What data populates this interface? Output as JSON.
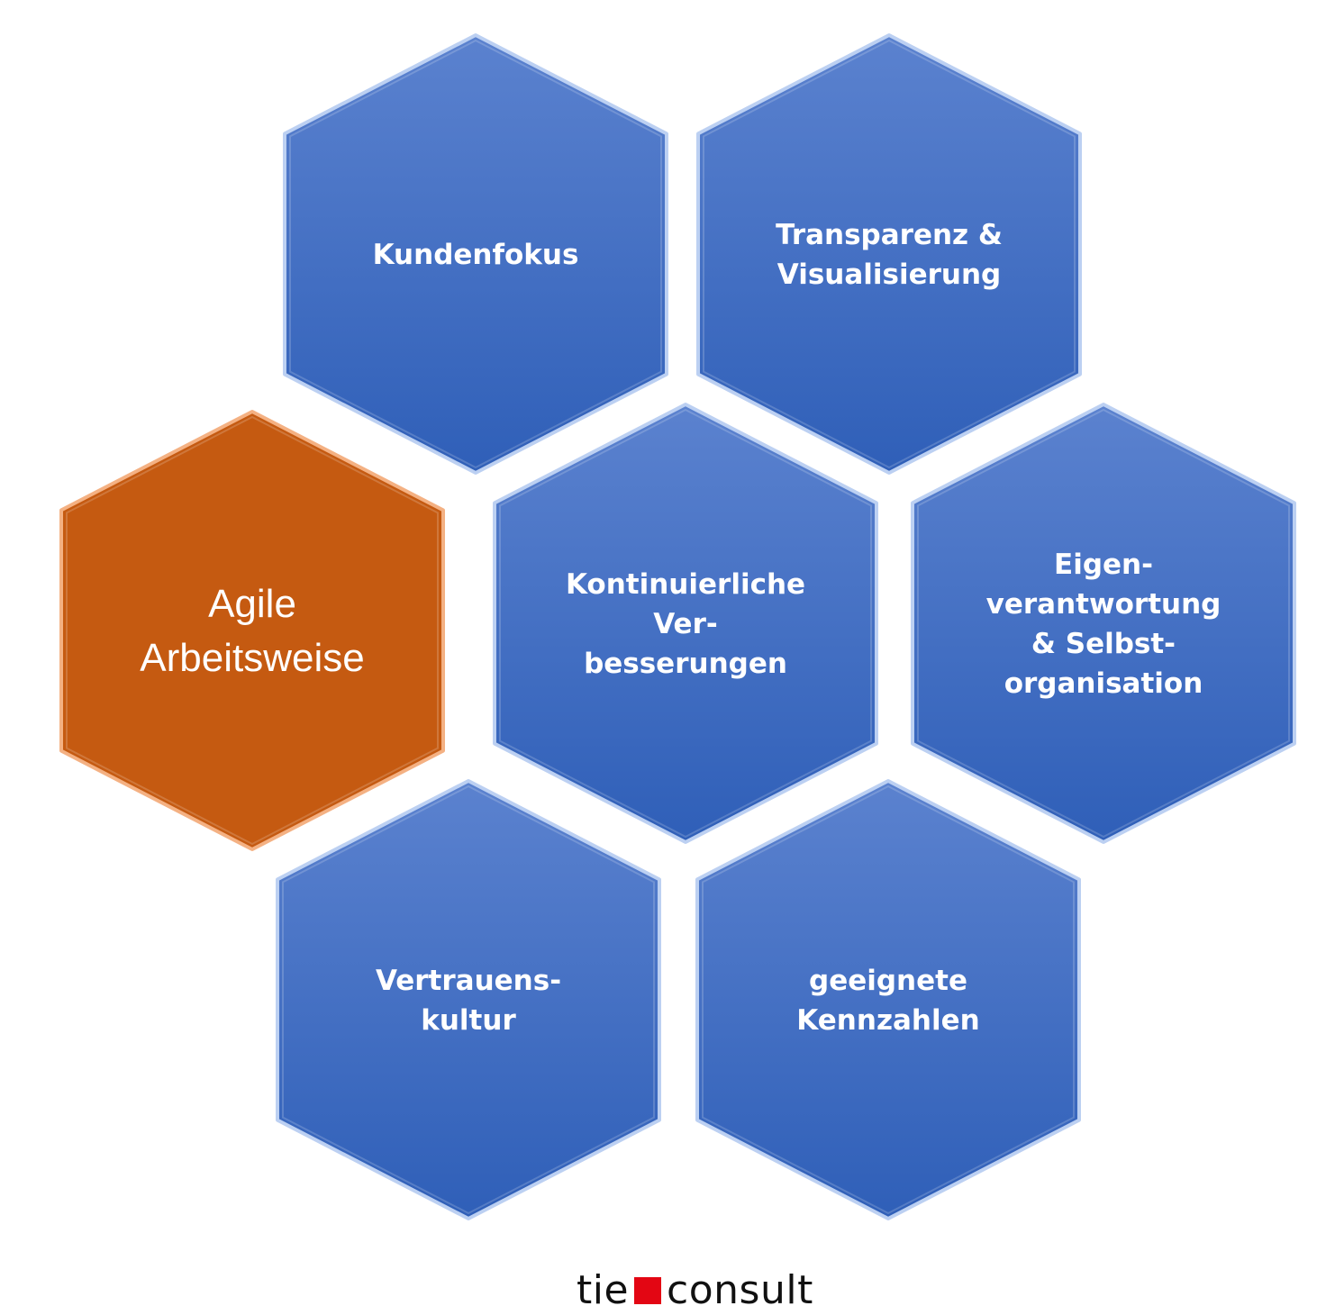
{
  "diagram": {
    "hexagons": [
      {
        "id": "kundenfokus",
        "lines": [
          "Kundenfokus"
        ],
        "kind": "topic"
      },
      {
        "id": "transparenz",
        "lines": [
          "Transparenz &",
          "Visualisierung"
        ],
        "kind": "topic"
      },
      {
        "id": "agile",
        "lines": [
          "Agile",
          "Arbeitsweise"
        ],
        "kind": "center"
      },
      {
        "id": "kontinuierliche",
        "lines": [
          "Kontinuierliche",
          "Ver-",
          "besserungen"
        ],
        "kind": "topic"
      },
      {
        "id": "eigenverantwortung",
        "lines": [
          "Eigen-",
          "verantwortung",
          "& Selbst-",
          "organisation"
        ],
        "kind": "topic"
      },
      {
        "id": "vertrauenskultur",
        "lines": [
          "Vertrauens-",
          "kultur"
        ],
        "kind": "topic"
      },
      {
        "id": "kennzahlen",
        "lines": [
          "geeignete",
          "Kennzahlen"
        ],
        "kind": "topic"
      }
    ],
    "colors": {
      "topic_top": "#5b82cf",
      "topic_bottom": "#2f5fb8",
      "topic_edge": "#bcd0f2",
      "center_fill": "#c55a11",
      "center_edge": "#f4b183",
      "label": "#ffffff"
    }
  },
  "logo": {
    "left_text": "tie",
    "right_text": "consult",
    "square_color": "#e30613"
  }
}
